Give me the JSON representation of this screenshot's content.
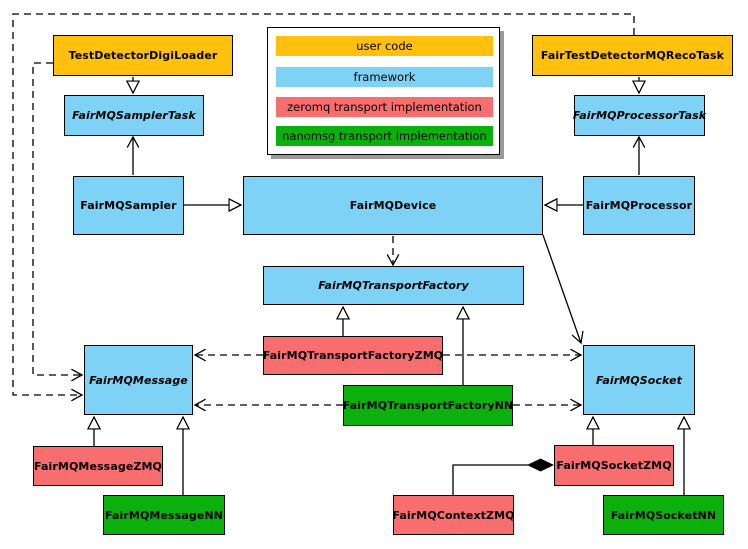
{
  "diagram": {
    "type": "uml-class-diagram",
    "subject": "FairMQ framework class relationships"
  },
  "colors": {
    "user_code": "#FFC10E",
    "framework": "#7DD2F5",
    "zeromq": "#F86E6E",
    "nanomsg": "#0CB00C",
    "line": "#000000",
    "background": "#FFFFFF"
  },
  "legend": {
    "items": [
      {
        "label": "user code",
        "color_key": "user_code"
      },
      {
        "label": "framework",
        "color_key": "framework"
      },
      {
        "label": "zeromq transport implementation",
        "color_key": "zeromq"
      },
      {
        "label": "nanomsg transport implementation",
        "color_key": "nanomsg"
      }
    ]
  },
  "nodes": [
    {
      "id": "TestDetectorDigiLoader",
      "label": "TestDetectorDigiLoader",
      "category": "user_code",
      "abstract": false
    },
    {
      "id": "FairTestDetectorMQRecoTask",
      "label": "FairTestDetectorMQRecoTask",
      "category": "user_code",
      "abstract": false
    },
    {
      "id": "FairMQSamplerTask",
      "label": "FairMQSamplerTask",
      "category": "framework",
      "abstract": true
    },
    {
      "id": "FairMQProcessorTask",
      "label": "FairMQProcessorTask",
      "category": "framework",
      "abstract": true
    },
    {
      "id": "FairMQSampler",
      "label": "FairMQSampler",
      "category": "framework",
      "abstract": false
    },
    {
      "id": "FairMQDevice",
      "label": "FairMQDevice",
      "category": "framework",
      "abstract": false
    },
    {
      "id": "FairMQProcessor",
      "label": "FairMQProcessor",
      "category": "framework",
      "abstract": false
    },
    {
      "id": "FairMQTransportFactory",
      "label": "FairMQTransportFactory",
      "category": "framework",
      "abstract": true
    },
    {
      "id": "FairMQTransportFactoryZMQ",
      "label": "FairMQTransportFactoryZMQ",
      "category": "zeromq",
      "abstract": false
    },
    {
      "id": "FairMQTransportFactoryNN",
      "label": "FairMQTransportFactoryNN",
      "category": "nanomsg",
      "abstract": false
    },
    {
      "id": "FairMQMessage",
      "label": "FairMQMessage",
      "category": "framework",
      "abstract": true
    },
    {
      "id": "FairMQMessageZMQ",
      "label": "FairMQMessageZMQ",
      "category": "zeromq",
      "abstract": false
    },
    {
      "id": "FairMQMessageNN",
      "label": "FairMQMessageNN",
      "category": "nanomsg",
      "abstract": false
    },
    {
      "id": "FairMQSocket",
      "label": "FairMQSocket",
      "category": "framework",
      "abstract": true
    },
    {
      "id": "FairMQSocketZMQ",
      "label": "FairMQSocketZMQ",
      "category": "zeromq",
      "abstract": false
    },
    {
      "id": "FairMQSocketNN",
      "label": "FairMQSocketNN",
      "category": "nanomsg",
      "abstract": false
    },
    {
      "id": "FairMQContextZMQ",
      "label": "FairMQContextZMQ",
      "category": "zeromq",
      "abstract": false
    }
  ],
  "edges": [
    {
      "from": "TestDetectorDigiLoader",
      "to": "FairMQSamplerTask",
      "type": "generalization",
      "line": "solid"
    },
    {
      "from": "FairTestDetectorMQRecoTask",
      "to": "FairMQProcessorTask",
      "type": "generalization",
      "line": "solid"
    },
    {
      "from": "FairMQSampler",
      "to": "FairMQSamplerTask",
      "type": "arrow",
      "line": "solid"
    },
    {
      "from": "FairMQProcessor",
      "to": "FairMQProcessorTask",
      "type": "arrow",
      "line": "solid"
    },
    {
      "from": "FairMQSampler",
      "to": "FairMQDevice",
      "type": "generalization",
      "line": "solid"
    },
    {
      "from": "FairMQProcessor",
      "to": "FairMQDevice",
      "type": "generalization",
      "line": "solid"
    },
    {
      "from": "FairMQDevice",
      "to": "FairMQTransportFactory",
      "type": "arrow",
      "line": "dashed"
    },
    {
      "from": "FairMQDevice",
      "to": "FairMQSocket",
      "type": "arrow",
      "line": "solid"
    },
    {
      "from": "FairMQTransportFactoryZMQ",
      "to": "FairMQTransportFactory",
      "type": "generalization",
      "line": "solid"
    },
    {
      "from": "FairMQTransportFactoryNN",
      "to": "FairMQTransportFactory",
      "type": "generalization",
      "line": "solid"
    },
    {
      "from": "FairMQTransportFactoryZMQ",
      "to": "FairMQMessage",
      "type": "arrow",
      "line": "dashed"
    },
    {
      "from": "FairMQTransportFactoryZMQ",
      "to": "FairMQSocket",
      "type": "arrow",
      "line": "dashed"
    },
    {
      "from": "FairMQTransportFactoryNN",
      "to": "FairMQMessage",
      "type": "arrow",
      "line": "dashed"
    },
    {
      "from": "FairMQTransportFactoryNN",
      "to": "FairMQSocket",
      "type": "arrow",
      "line": "dashed"
    },
    {
      "from": "FairMQMessageZMQ",
      "to": "FairMQMessage",
      "type": "generalization",
      "line": "solid"
    },
    {
      "from": "FairMQMessageNN",
      "to": "FairMQMessage",
      "type": "generalization",
      "line": "solid"
    },
    {
      "from": "FairMQSocketZMQ",
      "to": "FairMQSocket",
      "type": "generalization",
      "line": "solid"
    },
    {
      "from": "FairMQSocketNN",
      "to": "FairMQSocket",
      "type": "generalization",
      "line": "solid"
    },
    {
      "from": "FairMQContextZMQ",
      "to": "FairMQSocketZMQ",
      "type": "composition",
      "line": "solid"
    },
    {
      "from": "TestDetectorDigiLoader",
      "to": "FairMQMessage",
      "type": "arrow",
      "line": "dashed"
    },
    {
      "from": "FairTestDetectorMQRecoTask",
      "to": "FairMQMessage",
      "type": "arrow",
      "line": "dashed"
    }
  ]
}
